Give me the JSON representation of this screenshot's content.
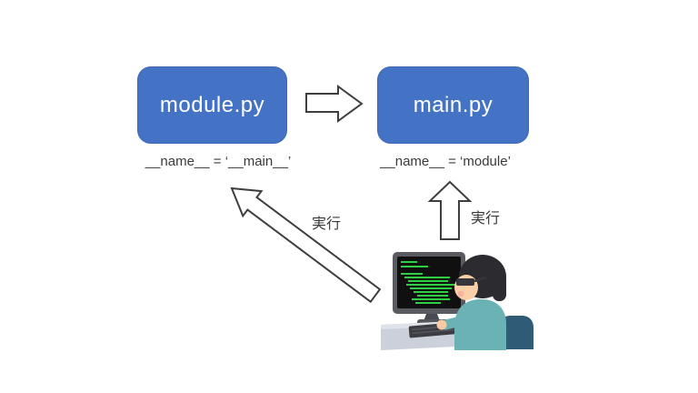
{
  "boxes": {
    "module": {
      "label": "module.py",
      "caption": "__name__ = ‘__main__’"
    },
    "main": {
      "label": "main.py",
      "caption": "__name__ = ‘module’"
    }
  },
  "arrows": {
    "module_to_main": {
      "shape": "block-arrow-right",
      "label": ""
    },
    "run_to_module": {
      "shape": "block-arrow-diagonal-up-left",
      "label": "実行"
    },
    "run_to_main": {
      "shape": "block-arrow-up",
      "label": "実行"
    }
  },
  "illustration": {
    "name": "programmer-at-computer",
    "screen_content": "green-code-on-black"
  },
  "colors": {
    "box_fill": "#4472C4",
    "box_text": "#FFFFFF",
    "caption_text": "#3A3A3A",
    "arrow_outline": "#3E3E3E",
    "screen_code_green": "#2FCE45",
    "shirt_teal": "#6BB2B4",
    "chair_navy": "#2F5B77",
    "desk_gray": "#CBD0DA"
  }
}
